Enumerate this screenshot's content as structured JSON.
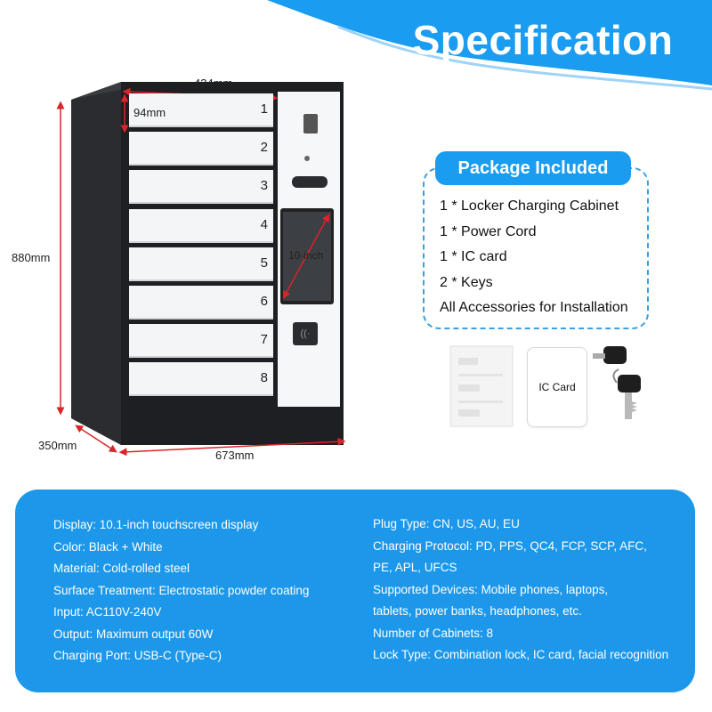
{
  "title": "Specification",
  "dimensions": {
    "width_top": "434mm",
    "drawer_height": "94mm",
    "height": "880mm",
    "depth": "350mm",
    "width_bottom": "673mm",
    "screen": "10-inch"
  },
  "drawer_numbers": [
    "1",
    "2",
    "3",
    "4",
    "5",
    "6",
    "7",
    "8"
  ],
  "package": {
    "heading": "Package Included",
    "items": [
      "1 * Locker Charging Cabinet",
      "1 * Power Cord",
      "1 * IC card",
      "2 * Keys",
      "All Accessories for Installation"
    ],
    "card_label": "IC Card"
  },
  "specs_left": [
    "Display: 10.1-inch touchscreen display",
    "Color: Black + White",
    "Material: Cold-rolled steel",
    "Surface Treatment: Electrostatic powder coating",
    "Input: AC110V-240V",
    "Output: Maximum output 60W",
    "Charging Port: USB-C (Type-C)"
  ],
  "specs_right": [
    "Plug Type: CN, US, AU, EU",
    "Charging Protocol: PD, PPS, QC4, FCP, SCP, AFC,",
    "PE, APL, UFCS",
    "Supported Devices: Mobile phones, laptops,",
    "tablets, power banks, headphones, etc.",
    "Number of Cabinets: 8",
    "Lock Type: Combination lock, IC card, facial recognition"
  ],
  "colors": {
    "accent": "#1c97ea",
    "dimension_line": "#d9242a",
    "cabinet_frame": "#1d1f22",
    "drawer": "#f4f5f6"
  }
}
